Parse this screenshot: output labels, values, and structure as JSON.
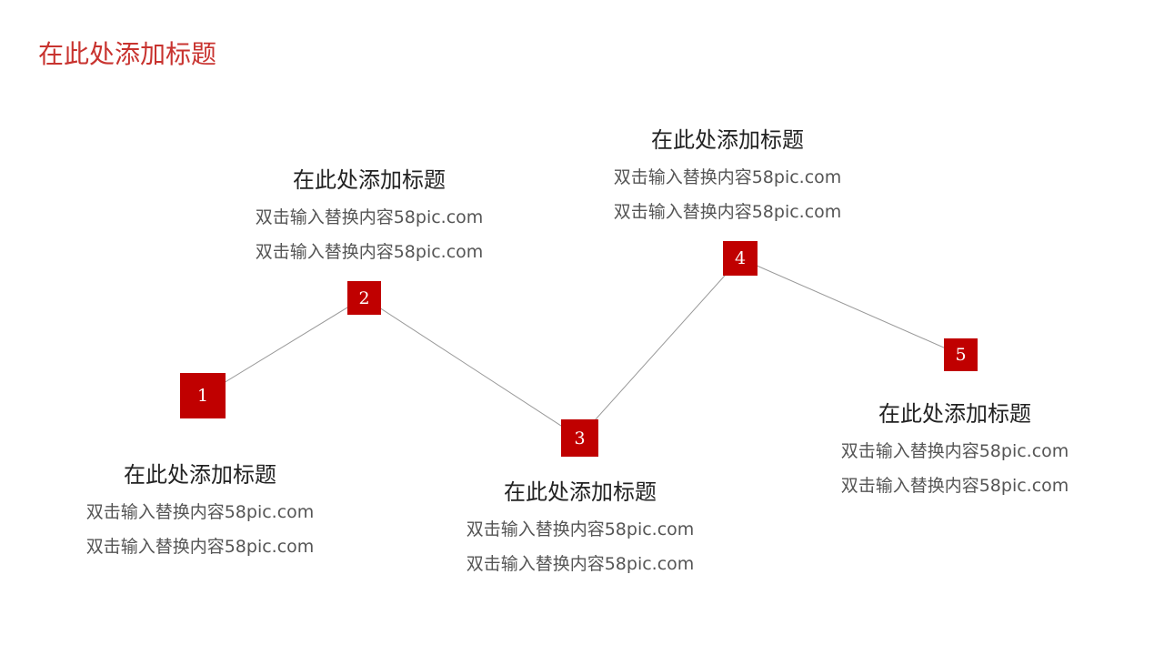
{
  "slide_title": "在此处添加标题",
  "accent_color": "#c00000",
  "steps": [
    {
      "number": "1",
      "title": "在此处添加标题",
      "lines": [
        "双击输入替换内容58pic.com",
        "双击输入替换内容58pic.com"
      ]
    },
    {
      "number": "2",
      "title": "在此处添加标题",
      "lines": [
        "双击输入替换内容58pic.com",
        "双击输入替换内容58pic.com"
      ]
    },
    {
      "number": "3",
      "title": "在此处添加标题",
      "lines": [
        "双击输入替换内容58pic.com",
        "双击输入替换内容58pic.com"
      ]
    },
    {
      "number": "4",
      "title": "在此处添加标题",
      "lines": [
        "双击输入替换内容58pic.com",
        "双击输入替换内容58pic.com"
      ]
    },
    {
      "number": "5",
      "title": "在此处添加标题",
      "lines": [
        "双击输入替换内容58pic.com",
        "双击输入替换内容58pic.com"
      ]
    }
  ]
}
